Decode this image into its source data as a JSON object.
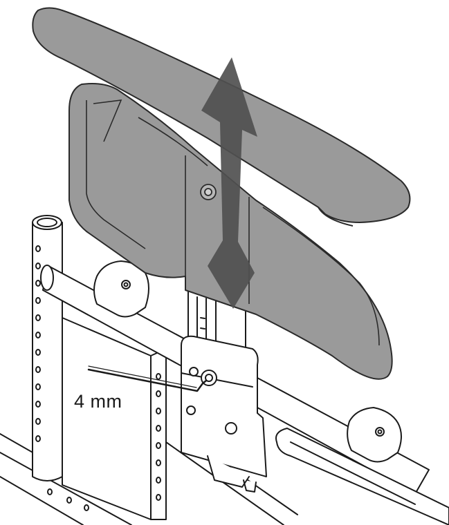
{
  "callouts": {
    "hex_key_size": "4 mm"
  },
  "colors": {
    "headrest_fill": "#9a9a9a",
    "headrest_outline": "#2a2a2a",
    "arrow_fill": "#505050",
    "frame_fill": "#ffffff",
    "line": "#1a1a1a"
  },
  "icons": {
    "adjustment_arrow": "double-headed-vertical-arrow",
    "tool": "hex-key"
  }
}
